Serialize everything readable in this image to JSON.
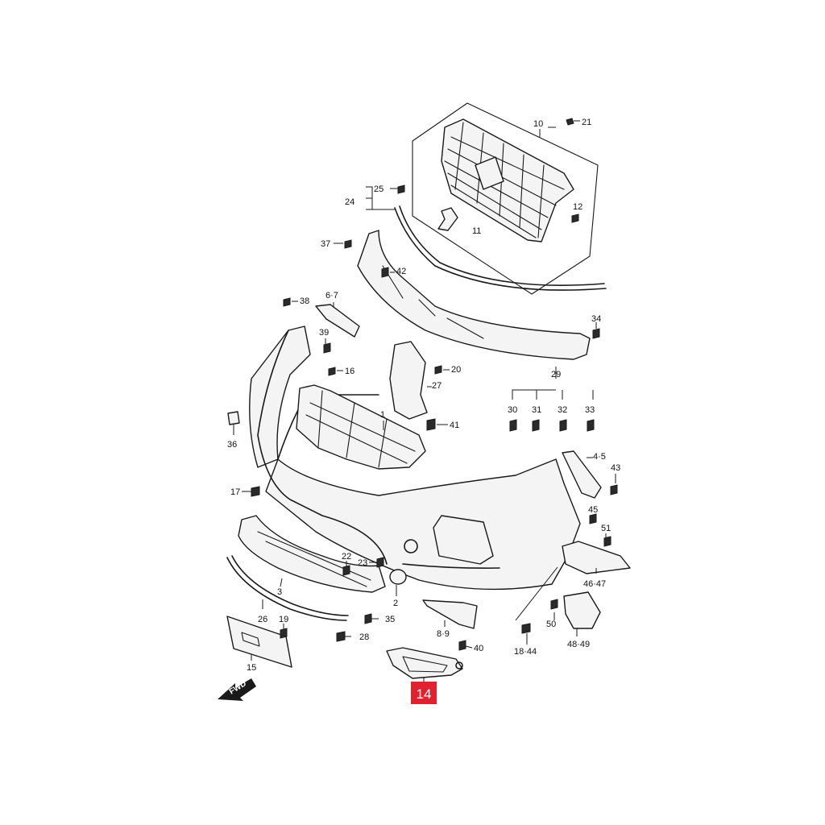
{
  "callouts": {
    "c1": "1",
    "c2": "2",
    "c3": "3",
    "c4_5": "4·5",
    "c6_7": "6·7",
    "c8_9": "8·9",
    "c10": "10",
    "c11": "11",
    "c12": "12",
    "c15": "15",
    "c16": "16",
    "c17": "17",
    "c18_44": "18·44",
    "c19": "19",
    "c20": "20",
    "c21": "21",
    "c22": "22",
    "c23": "23",
    "c24": "24",
    "c25": "25",
    "c26": "26",
    "c27": "27",
    "c28": "28",
    "c29": "29",
    "c30": "30",
    "c31": "31",
    "c32": "32",
    "c33": "33",
    "c34": "34",
    "c35": "35",
    "c36": "36",
    "c37": "37",
    "c38": "38",
    "c39": "39",
    "c40": "40",
    "c41": "41",
    "c42": "42",
    "c43": "43",
    "c45": "45",
    "c46_47": "46·47",
    "c48_49": "48·49",
    "c50": "50",
    "c51": "51"
  },
  "highlight": {
    "label": "14",
    "color": "#e0212f"
  },
  "fwd_label": "FWD"
}
